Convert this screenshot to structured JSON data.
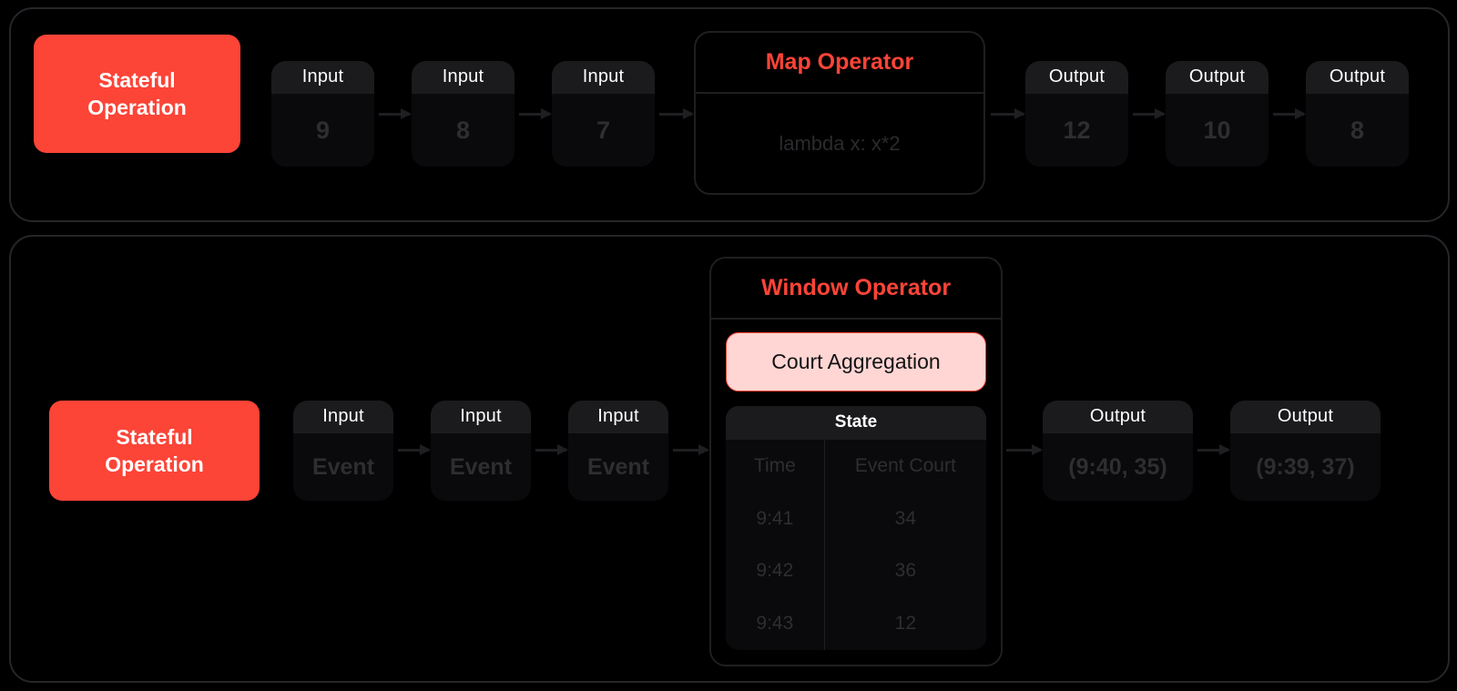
{
  "row1": {
    "label": {
      "line1": "Stateful",
      "line2": "Operation"
    },
    "inputs": [
      {
        "header": "Input",
        "value": "9"
      },
      {
        "header": "Input",
        "value": "8"
      },
      {
        "header": "Input",
        "value": "7"
      }
    ],
    "operator": {
      "title": "Map Operator",
      "subtitle": "lambda x: x*2"
    },
    "outputs": [
      {
        "header": "Output",
        "value": "12"
      },
      {
        "header": "Output",
        "value": "10"
      },
      {
        "header": "Output",
        "value": "8"
      }
    ]
  },
  "row2": {
    "label": {
      "line1": "Stateful",
      "line2": "Operation"
    },
    "inputs": [
      {
        "header": "Input",
        "value": "Event"
      },
      {
        "header": "Input",
        "value": "Event"
      },
      {
        "header": "Input",
        "value": "Event"
      }
    ],
    "operator": {
      "title": "Window Operator",
      "aggregation": "Court Aggregation",
      "state": {
        "header": "State",
        "columns": [
          "Time",
          "Event Court"
        ],
        "rows": [
          [
            "9:41",
            "34"
          ],
          [
            "9:42",
            "36"
          ],
          [
            "9:43",
            "12"
          ]
        ]
      }
    },
    "outputs": [
      {
        "header": "Output",
        "value": "(9:40, 35)"
      },
      {
        "header": "Output",
        "value": "(9:39, 37)"
      }
    ]
  },
  "colors": {
    "accent": "#fc4437",
    "accent_light": "#ffd6d3",
    "background": "#000000",
    "card_header": "#1b1b1e",
    "card_body": "#0a0a0c",
    "muted_text": "#2e2e31",
    "border": "#26262a"
  }
}
